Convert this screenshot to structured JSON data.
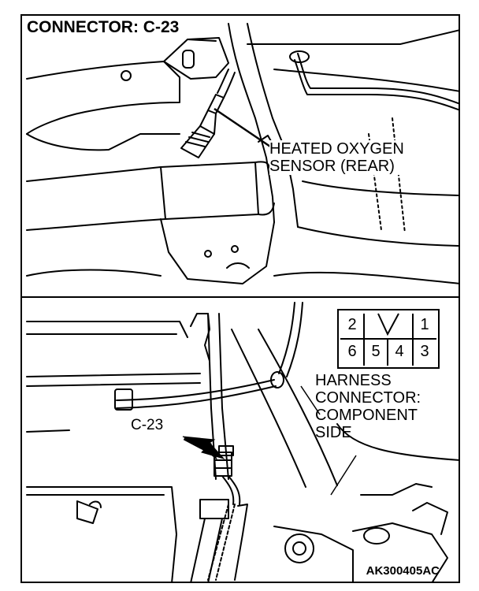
{
  "title": "CONNECTOR: C-23",
  "sensor_label": {
    "line1": "HEATED OXYGEN",
    "line2": "SENSOR (REAR)"
  },
  "connector_callout": "C-23",
  "harness_label": {
    "line1": "HARNESS",
    "line2": "CONNECTOR:",
    "line3": "COMPONENT",
    "line4": "SIDE"
  },
  "pins": {
    "top_left": "2",
    "top_right": "1",
    "bottom": [
      "6",
      "5",
      "4",
      "3"
    ]
  },
  "reference_code": "AK300405AC"
}
